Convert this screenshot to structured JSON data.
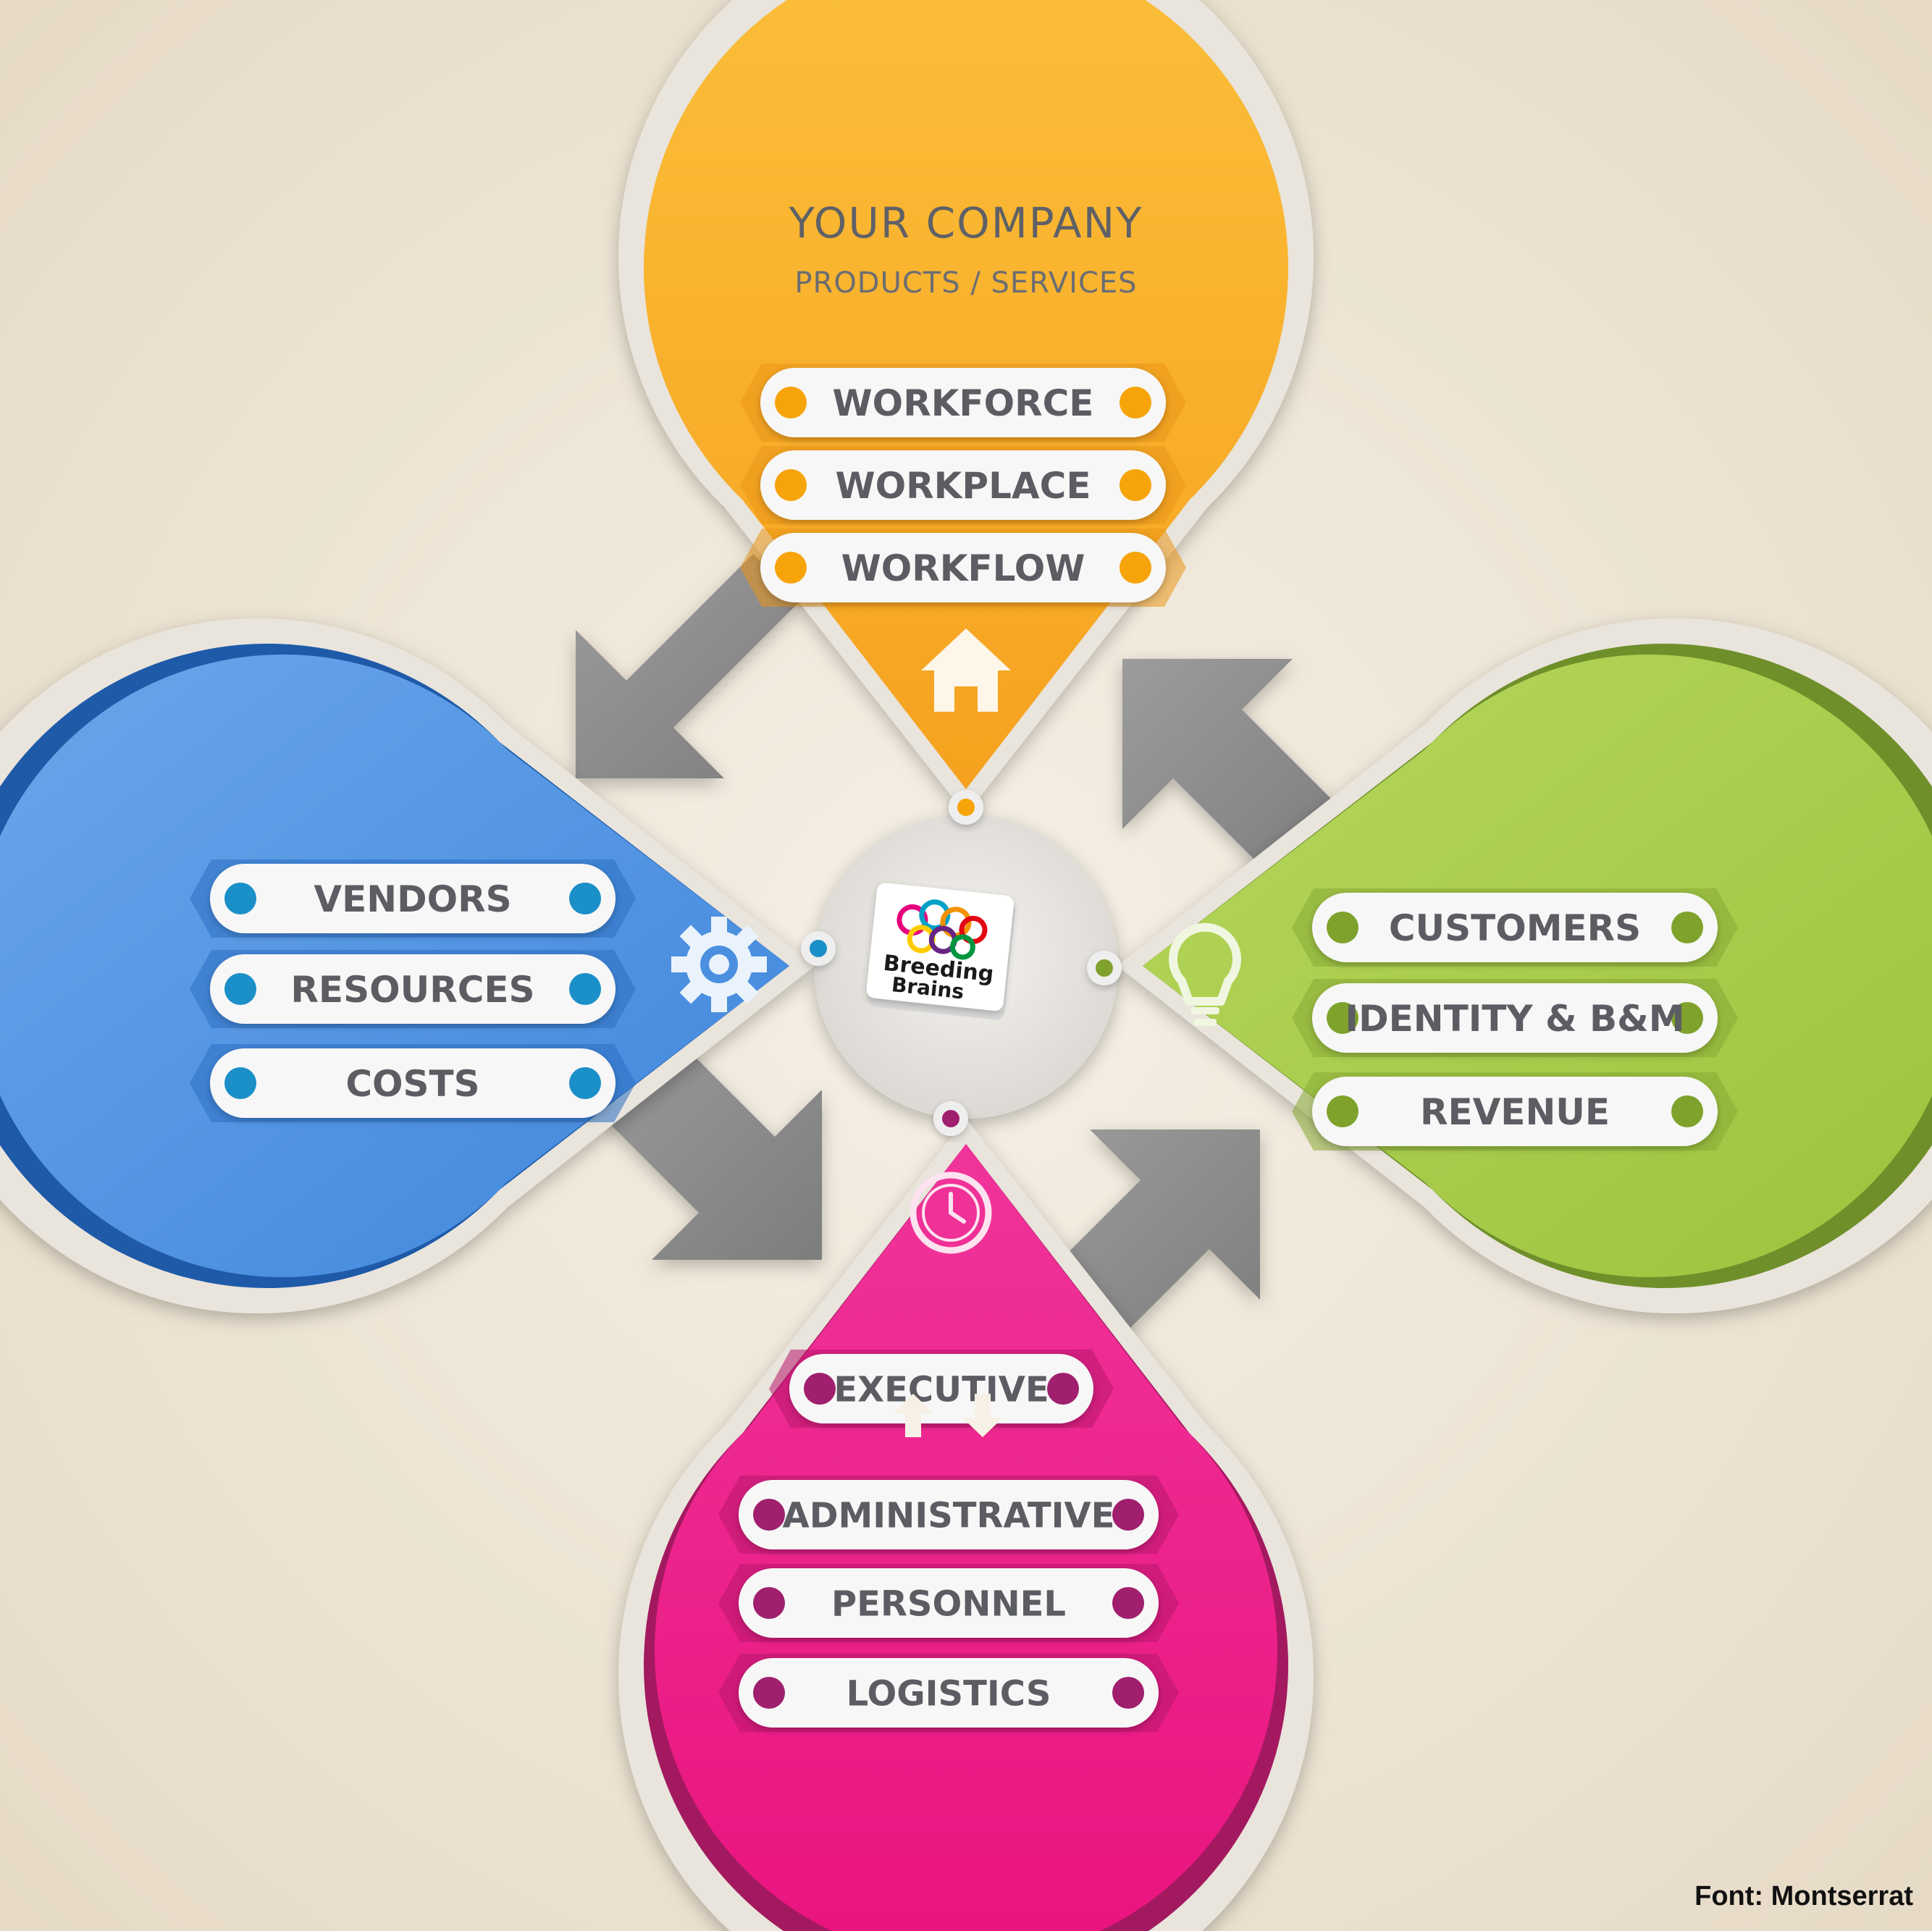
{
  "top": {
    "title": "YOUR COMPANY",
    "subtitle": "PRODUCTS / SERVICES",
    "items": [
      "WORKFORCE",
      "WORKPLACE",
      "WORKFLOW"
    ],
    "color": "#f9b52e",
    "dot_color": "#f7a40a",
    "icon": "house-icon"
  },
  "left": {
    "items": [
      "VENDORS",
      "RESOURCES",
      "COSTS"
    ],
    "color": "#4a8fe0",
    "dot_color": "#1b8fc8",
    "icon": "gear-icon"
  },
  "right": {
    "items": [
      "CUSTOMERS",
      "IDENTITY & B&M",
      "REVENUE"
    ],
    "color": "#a6c94a",
    "dot_color": "#7fa22c",
    "icon": "lightbulb-icon"
  },
  "bottom": {
    "items": [
      "EXECUTIVE",
      "ADMINISTRATIVE",
      "PERSONNEL",
      "LOGISTICS"
    ],
    "color": "#ee1c8c",
    "dot_color": "#a01f6e",
    "icon": "clock-icon"
  },
  "center_logo": {
    "line1": "Breeding",
    "line2": "Brains"
  },
  "font_note": "Font: Montserrat"
}
